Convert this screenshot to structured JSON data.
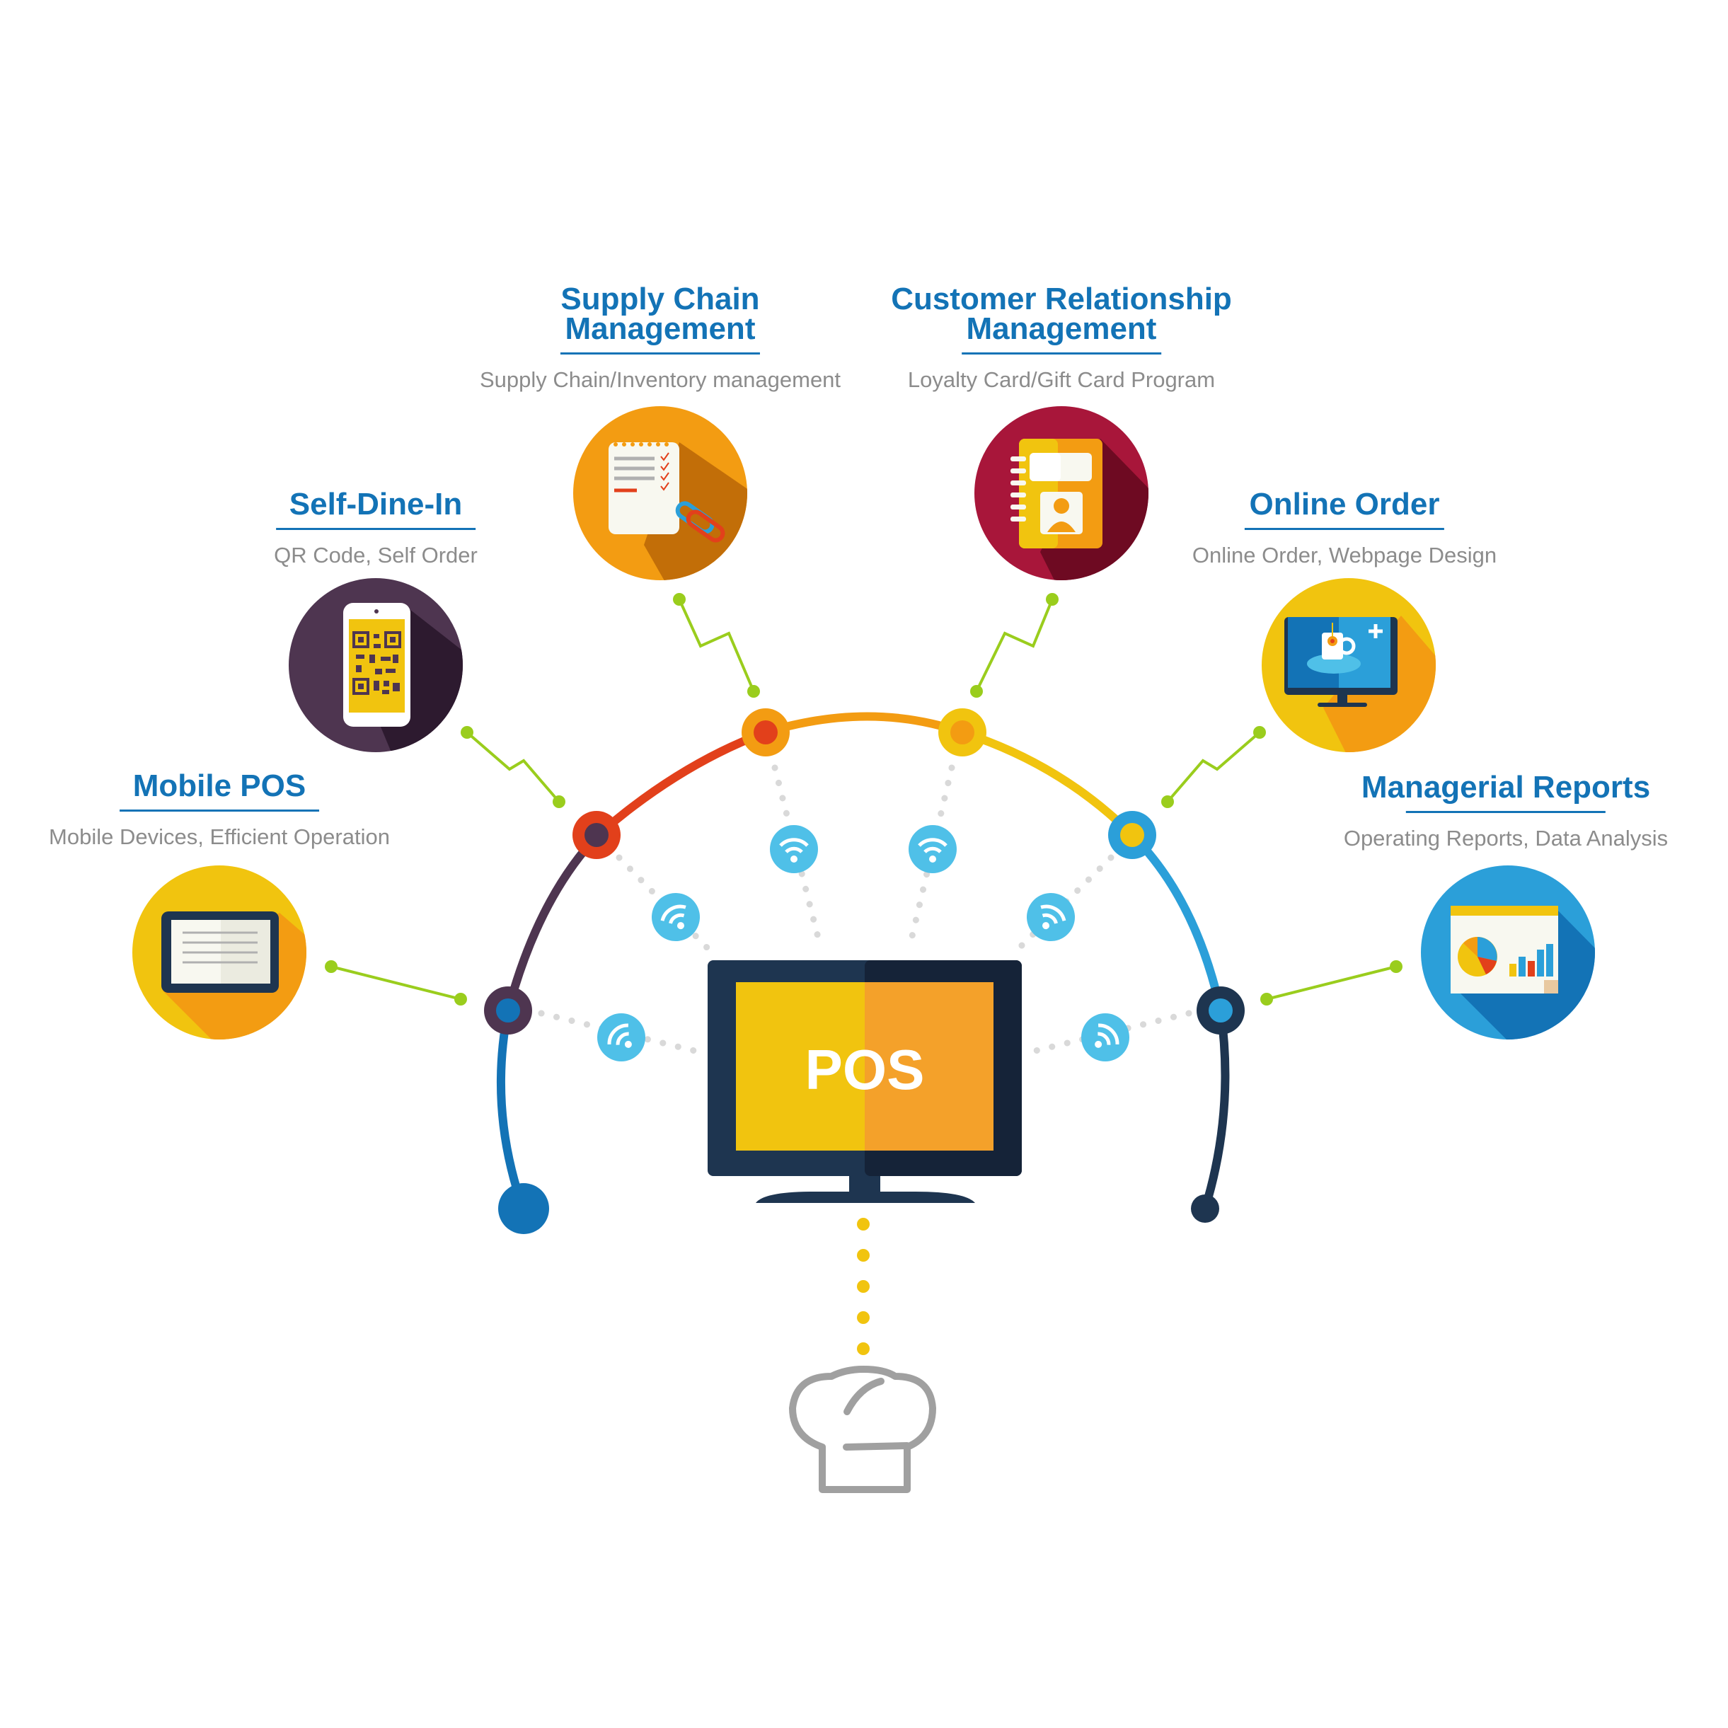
{
  "center": {
    "label": "POS"
  },
  "features": [
    {
      "id": "mobile-pos",
      "title_lines": [
        "Mobile POS"
      ],
      "subtitle": "Mobile Devices, Efficient Operation",
      "icon": "tablet-icon",
      "color": "#f1c40f"
    },
    {
      "id": "self-dine-in",
      "title_lines": [
        "Self-Dine-In"
      ],
      "subtitle": "QR Code, Self Order",
      "icon": "qr-phone-icon",
      "color": "#4e3550"
    },
    {
      "id": "supply-chain",
      "title_lines": [
        "Supply Chain",
        "Management"
      ],
      "subtitle": "Supply Chain/Inventory management",
      "icon": "notepad-icon",
      "color": "#f39c12"
    },
    {
      "id": "crm",
      "title_lines": [
        "Customer Relationship",
        "Management"
      ],
      "subtitle": "Loyalty Card/Gift Card Program",
      "icon": "contact-book-icon",
      "color": "#a8163a"
    },
    {
      "id": "online-order",
      "title_lines": [
        "Online Order"
      ],
      "subtitle": "Online Order, Webpage Design",
      "icon": "web-monitor-icon",
      "color": "#f1c40f"
    },
    {
      "id": "managerial-reports",
      "title_lines": [
        "Managerial Reports"
      ],
      "subtitle": "Operating Reports, Data Analysis",
      "icon": "report-chart-icon",
      "color": "#2b9fd9"
    }
  ],
  "bottom_icon": "chef-hat-icon",
  "wifi_icon": "wifi-icon",
  "colors": {
    "title": "#1373b6",
    "subtitle": "#8c8c8c",
    "connector": "#9acd1d",
    "monitor": "#1e3550",
    "screen_left": "#f1c40f",
    "screen_right": "#f4a12a"
  }
}
